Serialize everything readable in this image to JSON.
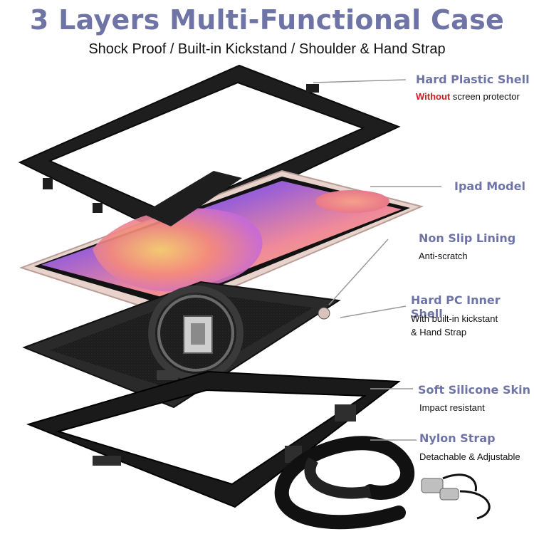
{
  "header": {
    "title": "3 Layers Multi-Functional Case",
    "subtitle": "Shock Proof / Built-in Kickstand / Shoulder & Hand Strap"
  },
  "features": [
    {
      "name": "Hard Plastic Shell",
      "desc_highlight": "Without",
      "desc": "screen protector"
    },
    {
      "name": "Ipad Model"
    },
    {
      "name": "Non Slip Lining",
      "desc": "Anti-scratch"
    },
    {
      "name": "Hard PC Inner Shell",
      "desc_line1": "With built-in kickstant",
      "desc_line2": "& Hand Strap"
    },
    {
      "name": "Soft Silicone Skin",
      "desc": "Impact resistant"
    },
    {
      "name": "Nylon Strap",
      "desc": "Detachable & Adjustable"
    }
  ],
  "colors": {
    "title": "#6e74a6",
    "highlight": "#e0141e",
    "case_black": "#1a1a1a",
    "tablet_frame": "#e8d2cc"
  }
}
